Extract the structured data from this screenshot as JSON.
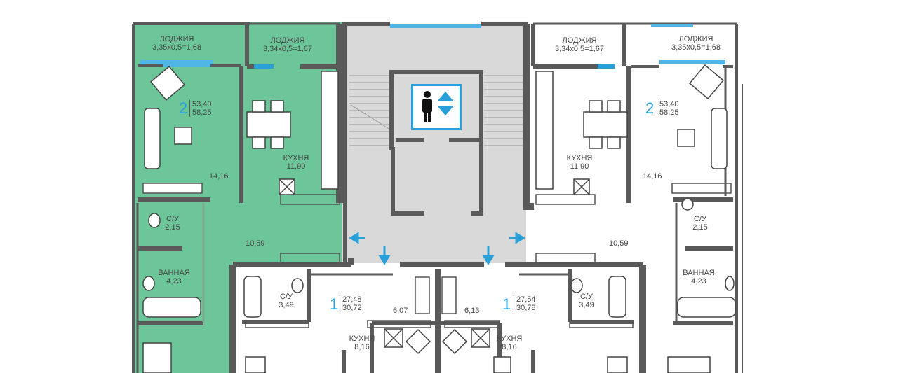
{
  "plan": {
    "loggias": [
      {
        "title": "ЛОДЖИЯ",
        "dims": "3,35х0,5=1,68"
      },
      {
        "title": "ЛОДЖИЯ",
        "dims": "3,34х0,5=1,67"
      },
      {
        "title": "ЛОДЖИЯ",
        "dims": "3,34х0,5=1,67"
      },
      {
        "title": "ЛОДЖИЯ",
        "dims": "3,35х0,5=1,68"
      }
    ],
    "apt_left_2": {
      "rooms": "2",
      "living": "53,40",
      "total": "58,25",
      "room_area": "14,16",
      "kitchen": {
        "title": "КУХНЯ",
        "area": "11,90"
      },
      "corridor": "10,59",
      "wc": {
        "title": "С/У",
        "area": "2,15"
      },
      "bath": {
        "title": "ВАННАЯ",
        "area": "4,23"
      }
    },
    "apt_right_2": {
      "rooms": "2",
      "living": "53,40",
      "total": "58,25",
      "room_area": "14,16",
      "kitchen": {
        "title": "КУХНЯ",
        "area": "11,90"
      },
      "corridor": "10,59",
      "wc": {
        "title": "С/У",
        "area": "2,15"
      },
      "bath": {
        "title": "ВАННАЯ",
        "area": "4,23"
      }
    },
    "apt_left_1": {
      "rooms": "1",
      "living": "27,48",
      "total": "30,72",
      "wc": {
        "title": "С/У",
        "area": "3,49"
      },
      "hall": "6,07",
      "kitchen": {
        "title": "КУХНЯ",
        "area": "8,16"
      }
    },
    "apt_right_1": {
      "rooms": "1",
      "living": "27,54",
      "total": "30,78",
      "wc": {
        "title": "С/У",
        "area": "3,49"
      },
      "hall": "6,13",
      "kitchen": {
        "title": "КУХНЯ",
        "area": "8,16"
      }
    },
    "icons": {
      "lift": "elevator-person-icon",
      "arrows": "entry-arrow-icon"
    },
    "colors": {
      "highlight": "#6cc699",
      "wall": "#5a5a5a",
      "stair": "#d9d9d9",
      "accent": "#2aa0d8"
    }
  }
}
